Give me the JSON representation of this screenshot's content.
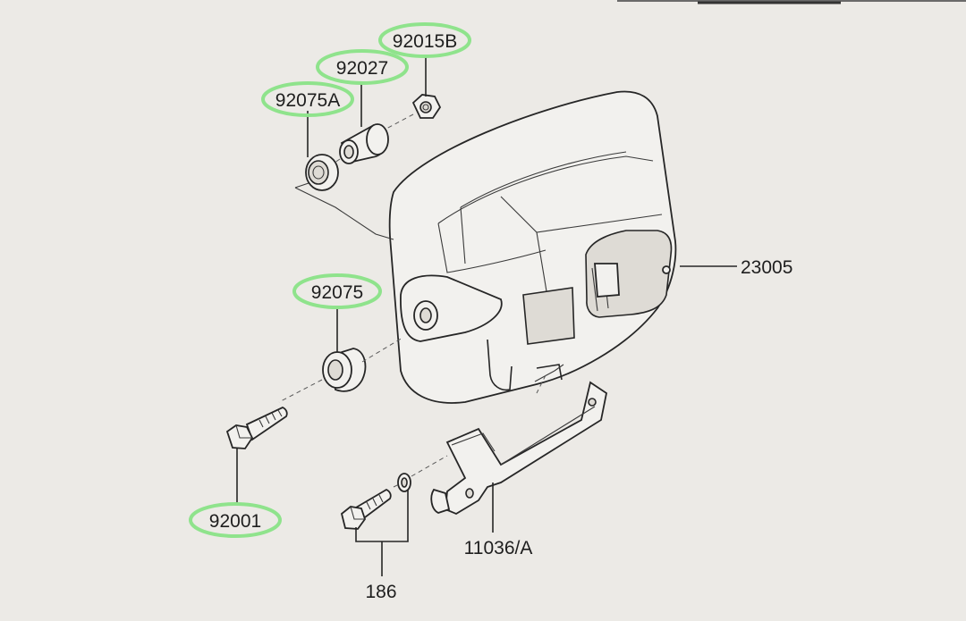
{
  "diagram": {
    "highlight_color": "#8fe38c",
    "line_color": "#262626",
    "background_color": "#eceae6",
    "labels": {
      "p92015B": "92015B",
      "p92027": "92027",
      "p92075A": "92075A",
      "p92075": "92075",
      "p92001": "92001",
      "p23005": "23005",
      "p11036A": "11036/A",
      "p186": "186"
    }
  }
}
